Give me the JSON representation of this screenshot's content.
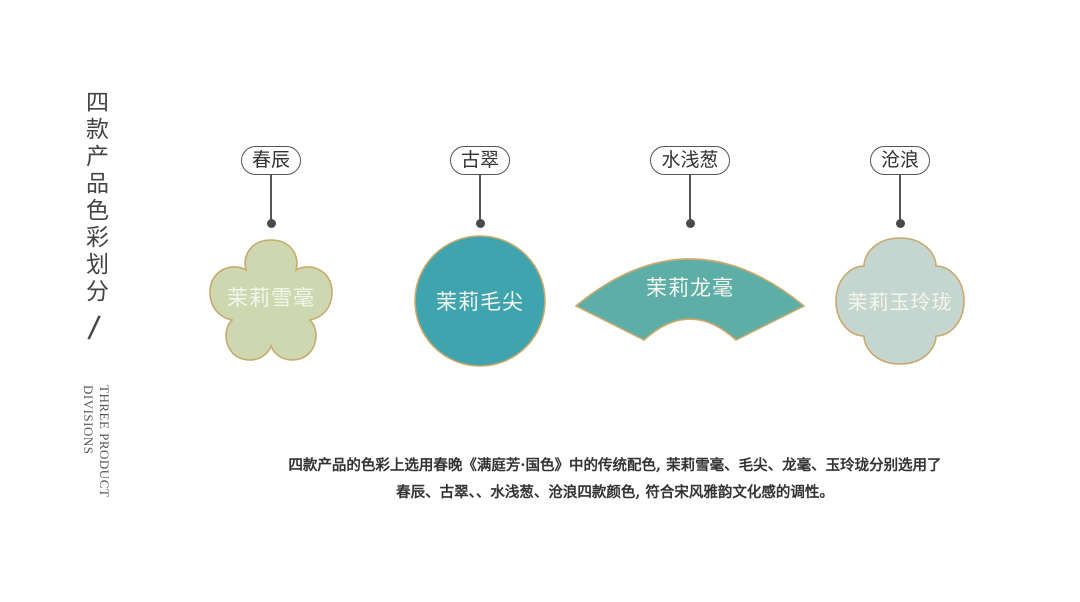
{
  "side": {
    "title_cn": "四款产品色彩划分",
    "slash": "/",
    "title_en_line1": "THREE PRODUCT",
    "title_en_line2": "DIVISIONS"
  },
  "items": [
    {
      "tag": "春辰",
      "name": "茉莉雪毫",
      "shape": "plum-blossom",
      "color": "#cdd8b0",
      "border": "#c9a96e"
    },
    {
      "tag": "古翠",
      "name": "茉莉毛尖",
      "shape": "circle",
      "color": "#3fa4ae",
      "border": "#c9a96e"
    },
    {
      "tag": "水浅葱",
      "name": "茉莉龙毫",
      "shape": "fan",
      "color": "#5eaea8",
      "border": "#c9a96e"
    },
    {
      "tag": "沧浪",
      "name": "茉莉玉玲珑",
      "shape": "cloud-quatrefoil",
      "color": "#c4d6cf",
      "border": "#c9a96e"
    }
  ],
  "description": {
    "line1": "四款产品的色彩上选用春晚《满庭芳·国色》中的传统配色, 茉莉雪毫、毛尖、龙毫、玉玲珑分别选用了",
    "line2": "春辰、古翠、、水浅葱、沧浪四款颜色, 符合宋风雅韵文化感的调性。"
  }
}
